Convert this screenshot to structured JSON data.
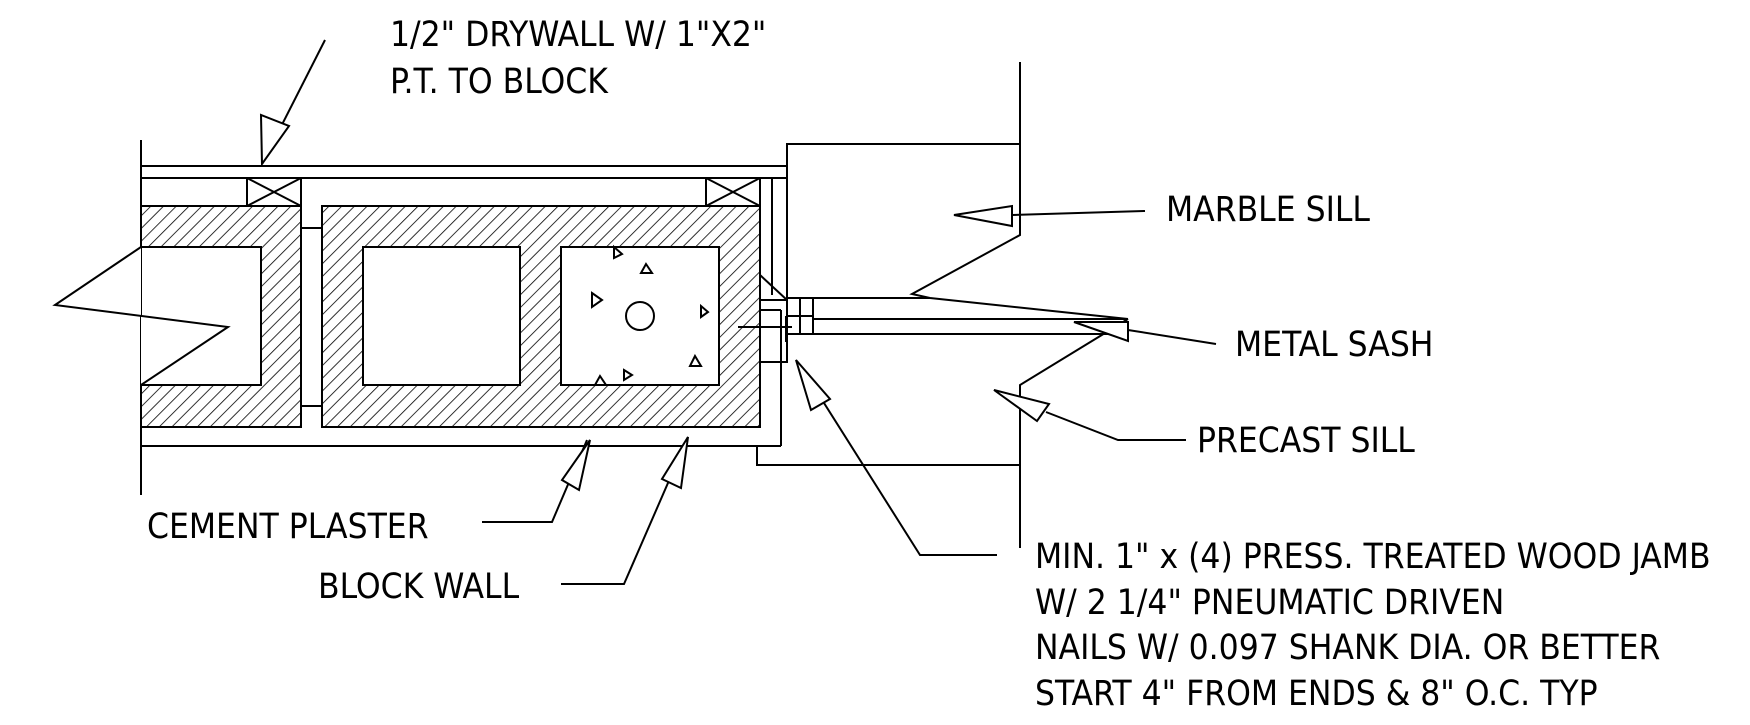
{
  "title": "",
  "labels": {
    "drywall_line1": "1/2\" DRYWALL W/ 1\"X2\"",
    "drywall_line2": "P.T. TO BLOCK",
    "marble_sill": "MARBLE SILL",
    "metal_sash": "METAL SASH",
    "precast_sill": "PRECAST SILL",
    "cement_plaster": "CEMENT PLASTER",
    "block_wall": "BLOCK WALL",
    "jamb_line1": "MIN. 1\" x (4) PRESS. TREATED WOOD JAMB",
    "jamb_line2": "W/ 2 1/4\" PNEUMATIC DRIVEN",
    "jamb_line3": "NAILS W/ 0.097 SHANK DIA. OR BETTER",
    "jamb_line4": "START 4\" FROM ENDS & 8\" O.C. TYP"
  },
  "colors": {
    "line": "#000000",
    "background": "#ffffff"
  }
}
